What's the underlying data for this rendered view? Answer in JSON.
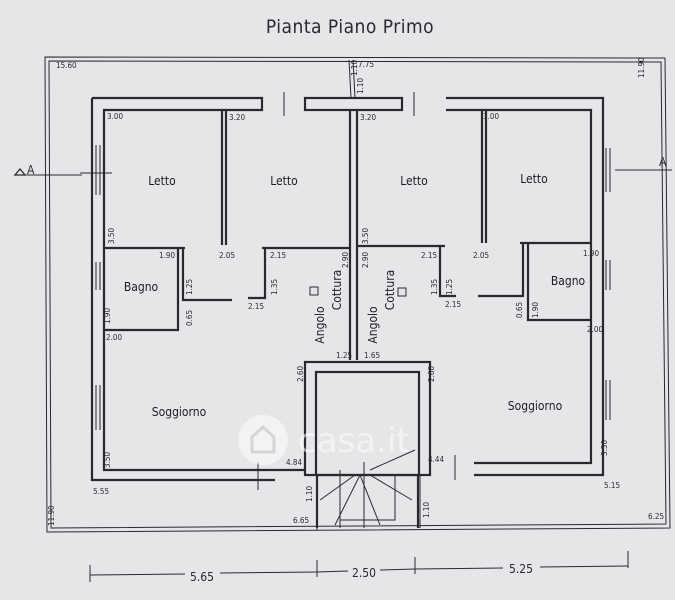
{
  "title": "Pianta Piano Primo",
  "section_mark": "A",
  "watermark": "casa.it",
  "rooms": {
    "letto": "Letto",
    "bagno": "Bagno",
    "angolo": "Angolo",
    "cottura": "Cottura",
    "soggiorno": "Soggiorno"
  },
  "dims": [
    "15.60",
    "3.00",
    "3.20",
    "3.50",
    "1.90",
    "2.05",
    "2.15",
    "1.25",
    "1.35",
    "2.15",
    "0.65",
    "1.90",
    "2.00",
    "2.90",
    "1.10",
    "1.10",
    "7.75",
    "3.20",
    "3.50",
    "2.90",
    "3.00",
    "11.90",
    "2.15",
    "2.05",
    "1.90",
    "1.35",
    "1.25",
    "2.15",
    "0.65",
    "1.90",
    "2.00",
    "1.25",
    "1.65",
    "2.60",
    "2.60",
    "4.84",
    "3.50",
    "5.55",
    "1.10",
    "6.65",
    "11.90",
    "4.44",
    "3.50",
    "5.15",
    "1.10",
    "6.25"
  ],
  "bottom_dims": [
    "5.65",
    "2.50",
    "5.25"
  ]
}
